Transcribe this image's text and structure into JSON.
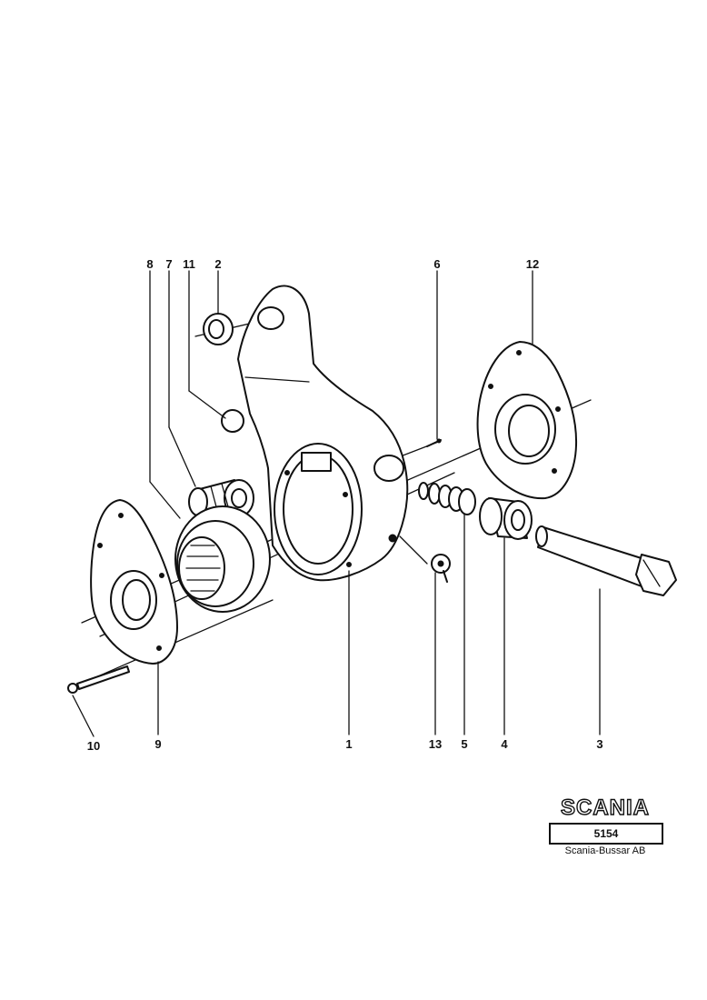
{
  "diagram": {
    "callouts": {
      "c1": "1",
      "c2": "2",
      "c3": "3",
      "c4": "4",
      "c5": "5",
      "c6": "6",
      "c7": "7",
      "c8": "8",
      "c9": "9",
      "c10": "10",
      "c11": "11",
      "c12": "12",
      "c13": "13"
    }
  },
  "logo": {
    "brand": "SCANIA",
    "doc_number": "5154",
    "company": "Scania-Bussar AB"
  }
}
